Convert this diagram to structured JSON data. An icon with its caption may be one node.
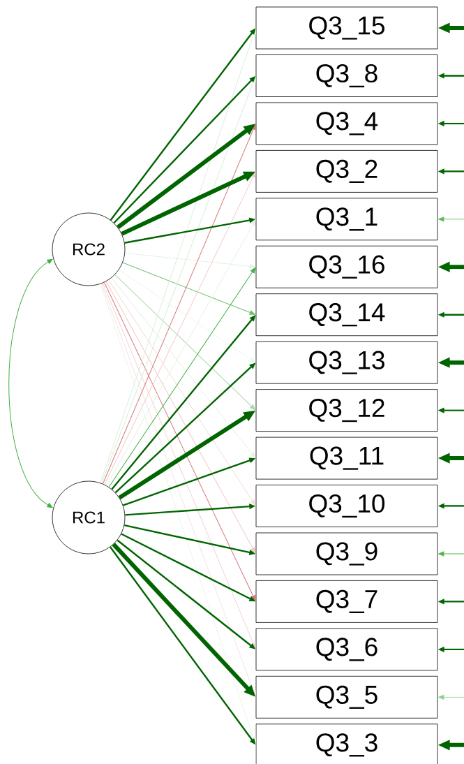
{
  "diagram": {
    "nodes": [
      {
        "text": [
          "RC2"
        ]
      },
      {
        "text": [
          "RC1"
        ]
      },
      {
        "text": [
          "Q3_15"
        ]
      },
      {
        "text": [
          "Q3_8"
        ]
      },
      {
        "text": [
          "Q3_4"
        ]
      },
      {
        "text": [
          "Q3_2"
        ]
      },
      {
        "text": [
          "Q3_1"
        ]
      },
      {
        "text": [
          "Q3_16"
        ]
      },
      {
        "text": [
          "Q3_14"
        ]
      },
      {
        "text": [
          "Q3_13"
        ]
      },
      {
        "text": [
          "Q3_12"
        ]
      },
      {
        "text": [
          "Q3_11"
        ]
      },
      {
        "text": [
          "Q3_10"
        ]
      },
      {
        "text": [
          "Q3_9"
        ]
      },
      {
        "text": [
          "Q3_7"
        ]
      },
      {
        "text": [
          "Q3_6"
        ]
      },
      {
        "text": [
          "Q3_5"
        ]
      },
      {
        "text": [
          "Q3_3"
        ]
      }
    ],
    "edges": [
      {
        "from": 0,
        "to": 1,
        "arrow": "both",
        "color": "#3cb043"
      },
      {
        "from": 0,
        "to": 2,
        "arrow": "to"
      },
      {
        "from": 0,
        "to": 3,
        "arrow": "to"
      },
      {
        "from": 0,
        "to": 4,
        "arrow": "to",
        "style": "thick"
      },
      {
        "from": 0,
        "to": 5,
        "arrow": "to",
        "style": "thick"
      },
      {
        "from": 0,
        "to": 6,
        "arrow": "to"
      },
      {
        "from": 0,
        "to": 7,
        "arrow": "to",
        "color": "#e3f2e3"
      },
      {
        "from": 0,
        "to": 8,
        "arrow": "to",
        "color": "#6cc26c"
      },
      {
        "from": 0,
        "to": 9,
        "arrow": "to",
        "color": "#eef7ee"
      },
      {
        "from": 0,
        "to": 10,
        "arrow": "to",
        "color": "#a8daa8"
      },
      {
        "from": 0,
        "to": 11,
        "arrow": "to",
        "color": "#e6f3e6"
      },
      {
        "from": 0,
        "to": 12,
        "arrow": "to",
        "color": "#f6dede"
      },
      {
        "from": 0,
        "to": 13,
        "arrow": "to",
        "color": "#f2c8c8"
      },
      {
        "from": 0,
        "to": 14,
        "arrow": "to",
        "color": "#d87878"
      },
      {
        "from": 0,
        "to": 15,
        "arrow": "to",
        "color": "#f4d2d2"
      },
      {
        "from": 0,
        "to": 16,
        "arrow": "to",
        "color": "#f8e2e2"
      },
      {
        "from": 0,
        "to": 17,
        "arrow": "to",
        "color": "#eaf5ea"
      },
      {
        "from": 1,
        "to": 2,
        "arrow": "to",
        "color": "#dcefdc"
      },
      {
        "from": 1,
        "to": 3,
        "arrow": "to",
        "color": "#d8edd8"
      },
      {
        "from": 1,
        "to": 4,
        "arrow": "to",
        "color": "#d87878"
      },
      {
        "from": 1,
        "to": 5,
        "arrow": "to",
        "color": "#f4cccc"
      },
      {
        "from": 1,
        "to": 6,
        "arrow": "to",
        "color": "#e6f3e6"
      },
      {
        "from": 1,
        "to": 7,
        "arrow": "to",
        "color": "#3cb043"
      },
      {
        "from": 1,
        "to": 8,
        "arrow": "to"
      },
      {
        "from": 1,
        "to": 9,
        "arrow": "to"
      },
      {
        "from": 1,
        "to": 10,
        "arrow": "to",
        "style": "thick"
      },
      {
        "from": 1,
        "to": 11,
        "arrow": "to"
      },
      {
        "from": 1,
        "to": 12,
        "arrow": "to"
      },
      {
        "from": 1,
        "to": 13,
        "arrow": "to"
      },
      {
        "from": 1,
        "to": 14,
        "arrow": "to"
      },
      {
        "from": 1,
        "to": 15,
        "arrow": "to"
      },
      {
        "from": 1,
        "to": 16,
        "arrow": "to",
        "style": "thick"
      },
      {
        "from": 1,
        "to": 17,
        "arrow": "to"
      },
      {
        "from": null,
        "to": 2,
        "arrow": "to",
        "style": "thick"
      },
      {
        "from": null,
        "to": 3,
        "arrow": "to"
      },
      {
        "from": null,
        "to": 4,
        "arrow": "to"
      },
      {
        "from": null,
        "to": 5,
        "arrow": "to"
      },
      {
        "from": null,
        "to": 6,
        "arrow": "to",
        "color": "#5cba5c"
      },
      {
        "from": null,
        "to": 7,
        "arrow": "to",
        "style": "thick"
      },
      {
        "from": null,
        "to": 8,
        "arrow": "to"
      },
      {
        "from": null,
        "to": 9,
        "arrow": "to",
        "style": "thick"
      },
      {
        "from": null,
        "to": 10,
        "arrow": "to"
      },
      {
        "from": null,
        "to": 11,
        "arrow": "to",
        "style": "thick"
      },
      {
        "from": null,
        "to": 12,
        "arrow": "to"
      },
      {
        "from": null,
        "to": 13,
        "arrow": "to",
        "color": "#4cb84c"
      },
      {
        "from": null,
        "to": 14,
        "arrow": "to"
      },
      {
        "from": null,
        "to": 15,
        "arrow": "to"
      },
      {
        "from": null,
        "to": 16,
        "arrow": "to",
        "color": "#8ccf8c"
      },
      {
        "from": null,
        "to": 17,
        "arrow": "to",
        "style": "thick"
      }
    ]
  }
}
